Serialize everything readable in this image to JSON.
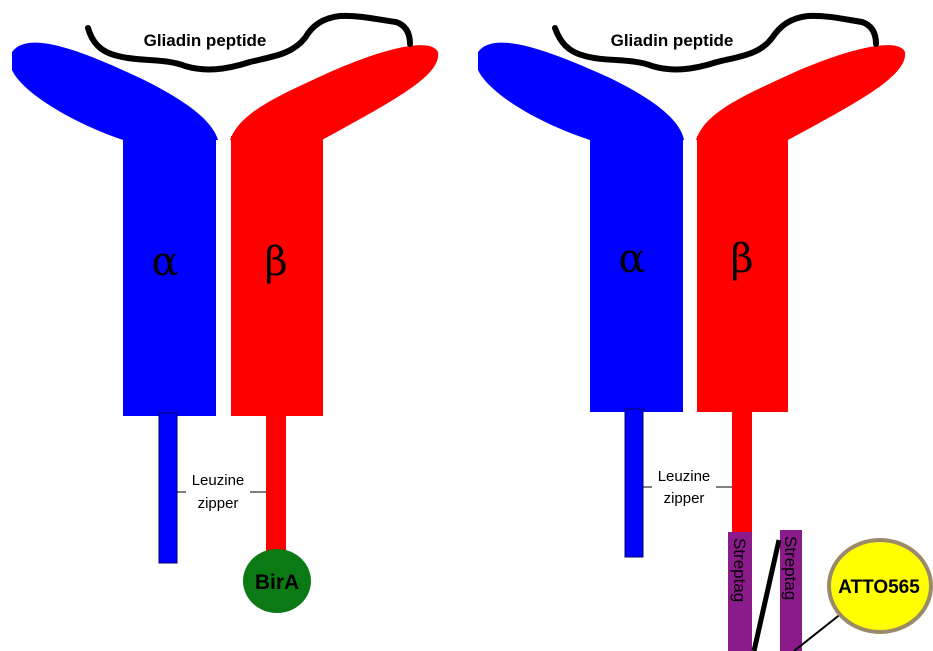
{
  "panels": [
    {
      "peptide_label": "Gliadin peptide",
      "alpha_label": "α",
      "beta_label": "β",
      "zipper_label_line1": "Leuzine",
      "zipper_label_line2": "zipper",
      "tag_label": "BirA"
    },
    {
      "peptide_label": "Gliadin peptide",
      "alpha_label": "α",
      "beta_label": "β",
      "zipper_label_line1": "Leuzine",
      "zipper_label_line2": "zipper",
      "streptag_label_1": "Streptag",
      "streptag_label_2": "Streptag",
      "dye_label": "ATTO565"
    }
  ],
  "colors": {
    "alpha_chain": "#0000ff",
    "beta_chain": "#ff0000",
    "bira": "#0c7a14",
    "streptag": "#8b1a8b",
    "dye": "#ffff00",
    "dye_border": "#9a8a6a",
    "peptide": "#000000"
  }
}
